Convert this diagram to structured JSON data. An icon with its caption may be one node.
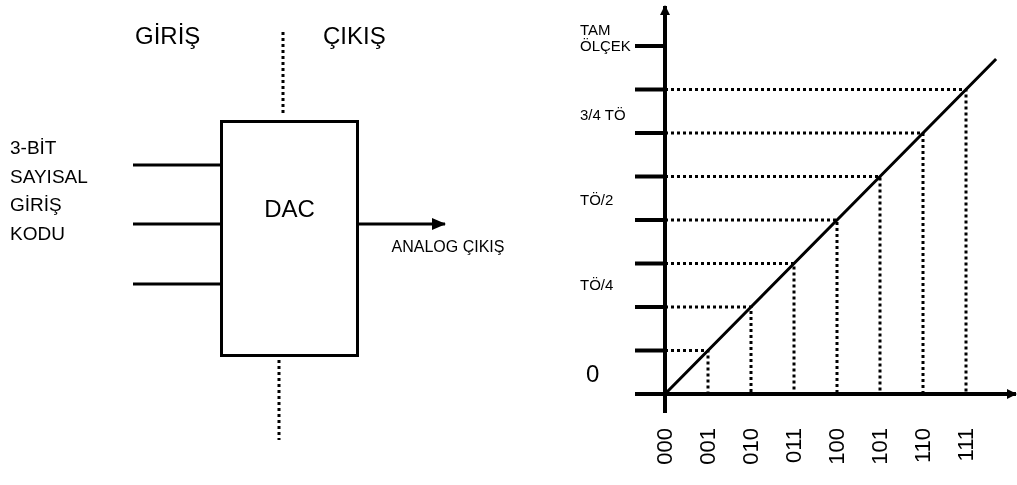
{
  "diagram": {
    "nodes": [
      {
        "text": [
          "DAC"
        ]
      },
      {
        "text": [
          "ANALOG ÇIKIŞ"
        ]
      }
    ],
    "edges": [
      {
        "from": null,
        "to": 0,
        "arrow": "none"
      },
      {
        "from": null,
        "to": 0,
        "arrow": "none"
      },
      {
        "from": null,
        "to": 0,
        "arrow": "none"
      },
      {
        "from": 0,
        "to": 1,
        "arrow": "to"
      }
    ],
    "labels": [
      "GİRİŞ",
      "ÇIKIŞ",
      "3-BİT SAYISAL GİRİŞ KODU",
      "TAM ÖLÇEK",
      "3/4 TÖ",
      "TÖ/2",
      "TÖ/4",
      "0",
      "000",
      "001",
      "010",
      "011",
      "100",
      "101",
      "110",
      "111"
    ]
  }
}
